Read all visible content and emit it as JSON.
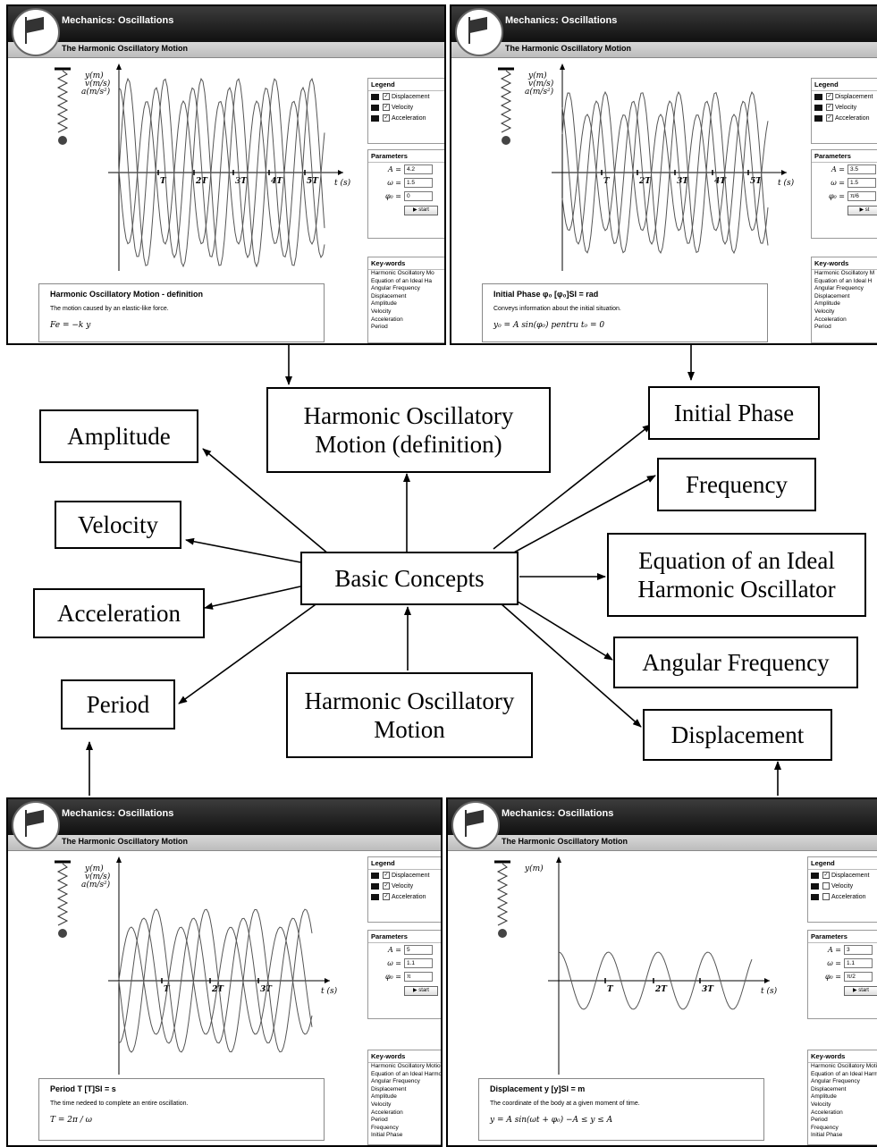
{
  "center": "Basic Concepts",
  "concepts": {
    "definition": "Harmonic Oscillatory Motion (definition)",
    "amplitude": "Amplitude",
    "velocity": "Velocity",
    "acceleration": "Acceleration",
    "period": "Period",
    "hom": "Harmonic Oscillatory Motion",
    "initial_phase": "Initial Phase",
    "frequency": "Frequency",
    "equation": "Equation of an Ideal Harmonic Oscillator",
    "angular_frequency": "Angular Frequency",
    "displacement": "Displacement"
  },
  "app": {
    "title": "Mechanics: Oscillations",
    "subtitle": "The Harmonic Oscillatory Motion"
  },
  "axis_labels": {
    "y": "y(m)",
    "v": "v(m/s)",
    "a": "a(m/s²)",
    "t": "t (s)"
  },
  "panels": [
    {
      "ticks": [
        "T",
        "2T",
        "3T",
        "4T",
        "5T"
      ],
      "legend": {
        "title": "Legend",
        "items": [
          {
            "label": "Displacement",
            "checked": true
          },
          {
            "label": "Velocity",
            "checked": true
          },
          {
            "label": "Acceleration",
            "checked": true
          }
        ]
      },
      "params": {
        "title": "Parameters",
        "rows": [
          {
            "label": "A =",
            "value": "4.2"
          },
          {
            "label": "ω =",
            "value": "1.5"
          },
          {
            "label": "φ₀ =",
            "value": "0"
          }
        ],
        "button": "▶ start"
      },
      "keywords": {
        "title": "Key-words",
        "items": [
          "Harmonic Oscillatory Mo",
          "Equation of an Ideal Ha",
          "Angular Frequency",
          "Displacement",
          "Amplitude",
          "Velocity",
          "Acceleration",
          "Period"
        ]
      },
      "definition": {
        "title": "Harmonic Oscillatory Motion - definition",
        "text": "The motion caused by an elastic-like force.",
        "formula": "Fe = −k y"
      }
    },
    {
      "ticks": [
        "T",
        "2T",
        "3T",
        "4T",
        "5T"
      ],
      "legend": {
        "title": "Legend",
        "items": [
          {
            "label": "Displacement",
            "checked": true
          },
          {
            "label": "Velocity",
            "checked": true
          },
          {
            "label": "Acceleration",
            "checked": true
          }
        ]
      },
      "params": {
        "title": "Parameters",
        "rows": [
          {
            "label": "A =",
            "value": "3.5"
          },
          {
            "label": "ω =",
            "value": "1.5"
          },
          {
            "label": "φ₀ =",
            "value": "π/6"
          }
        ],
        "button": "▶ st"
      },
      "keywords": {
        "title": "Key-words",
        "items": [
          "Harmonic Oscillatory M",
          "Equation of an Ideal H",
          "Angular Frequency",
          "Displacement",
          "Amplitude",
          "Velocity",
          "Acceleration",
          "Period"
        ]
      },
      "definition": {
        "title": "Initial Phase   φ₀   [φ₀]SI = rad",
        "text": "Conveys information about the initial situation.",
        "formula": "y₀ = A sin(φ₀) pentru t₀ = 0"
      }
    },
    {
      "ticks": [
        "T",
        "2T",
        "3T"
      ],
      "legend": {
        "title": "Legend",
        "items": [
          {
            "label": "Displacement",
            "checked": true
          },
          {
            "label": "Velocity",
            "checked": true
          },
          {
            "label": "Acceleration",
            "checked": true
          }
        ]
      },
      "params": {
        "title": "Parameters",
        "rows": [
          {
            "label": "A =",
            "value": "5"
          },
          {
            "label": "ω =",
            "value": "1.1"
          },
          {
            "label": "φ₀ =",
            "value": "π"
          }
        ],
        "button": "▶ start"
      },
      "keywords": {
        "title": "Key-words",
        "items": [
          "Harmonic Oscillatory Motion",
          "Equation of an Ideal Harmoni",
          "Angular Frequency",
          "Displacement",
          "Amplitude",
          "Velocity",
          "Acceleration",
          "Period",
          "Frequency",
          "Initial Phase"
        ]
      },
      "definition": {
        "title": "Period     T   [T]SI = s",
        "text": "The time nedeed to complete an entire oscillation.",
        "formula": "T = 2π / ω"
      }
    },
    {
      "ticks": [
        "T",
        "2T",
        "3T"
      ],
      "legend": {
        "title": "Legend",
        "items": [
          {
            "label": "Displacement",
            "checked": true
          },
          {
            "label": "Velocity",
            "checked": false
          },
          {
            "label": "Acceleration",
            "checked": false
          }
        ]
      },
      "params": {
        "title": "Parameters",
        "rows": [
          {
            "label": "A =",
            "value": "3"
          },
          {
            "label": "ω =",
            "value": "1.1"
          },
          {
            "label": "φ₀ =",
            "value": "π/2"
          }
        ],
        "button": "▶ start"
      },
      "keywords": {
        "title": "Key-words",
        "items": [
          "Harmonic Oscillatory Motio",
          "Equation of an Ideal Harmo",
          "Angular Frequency",
          "Displacement",
          "Amplitude",
          "Velocity",
          "Acceleration",
          "Period",
          "Frequency",
          "Initial Phase"
        ]
      },
      "definition": {
        "title": "Displacement  y   [y]SI = m",
        "text": "The coordinate of the body at a given moment of time.",
        "formula": "y = A sin(ωt + φ₀)    −A ≤ y ≤ A"
      }
    }
  ]
}
